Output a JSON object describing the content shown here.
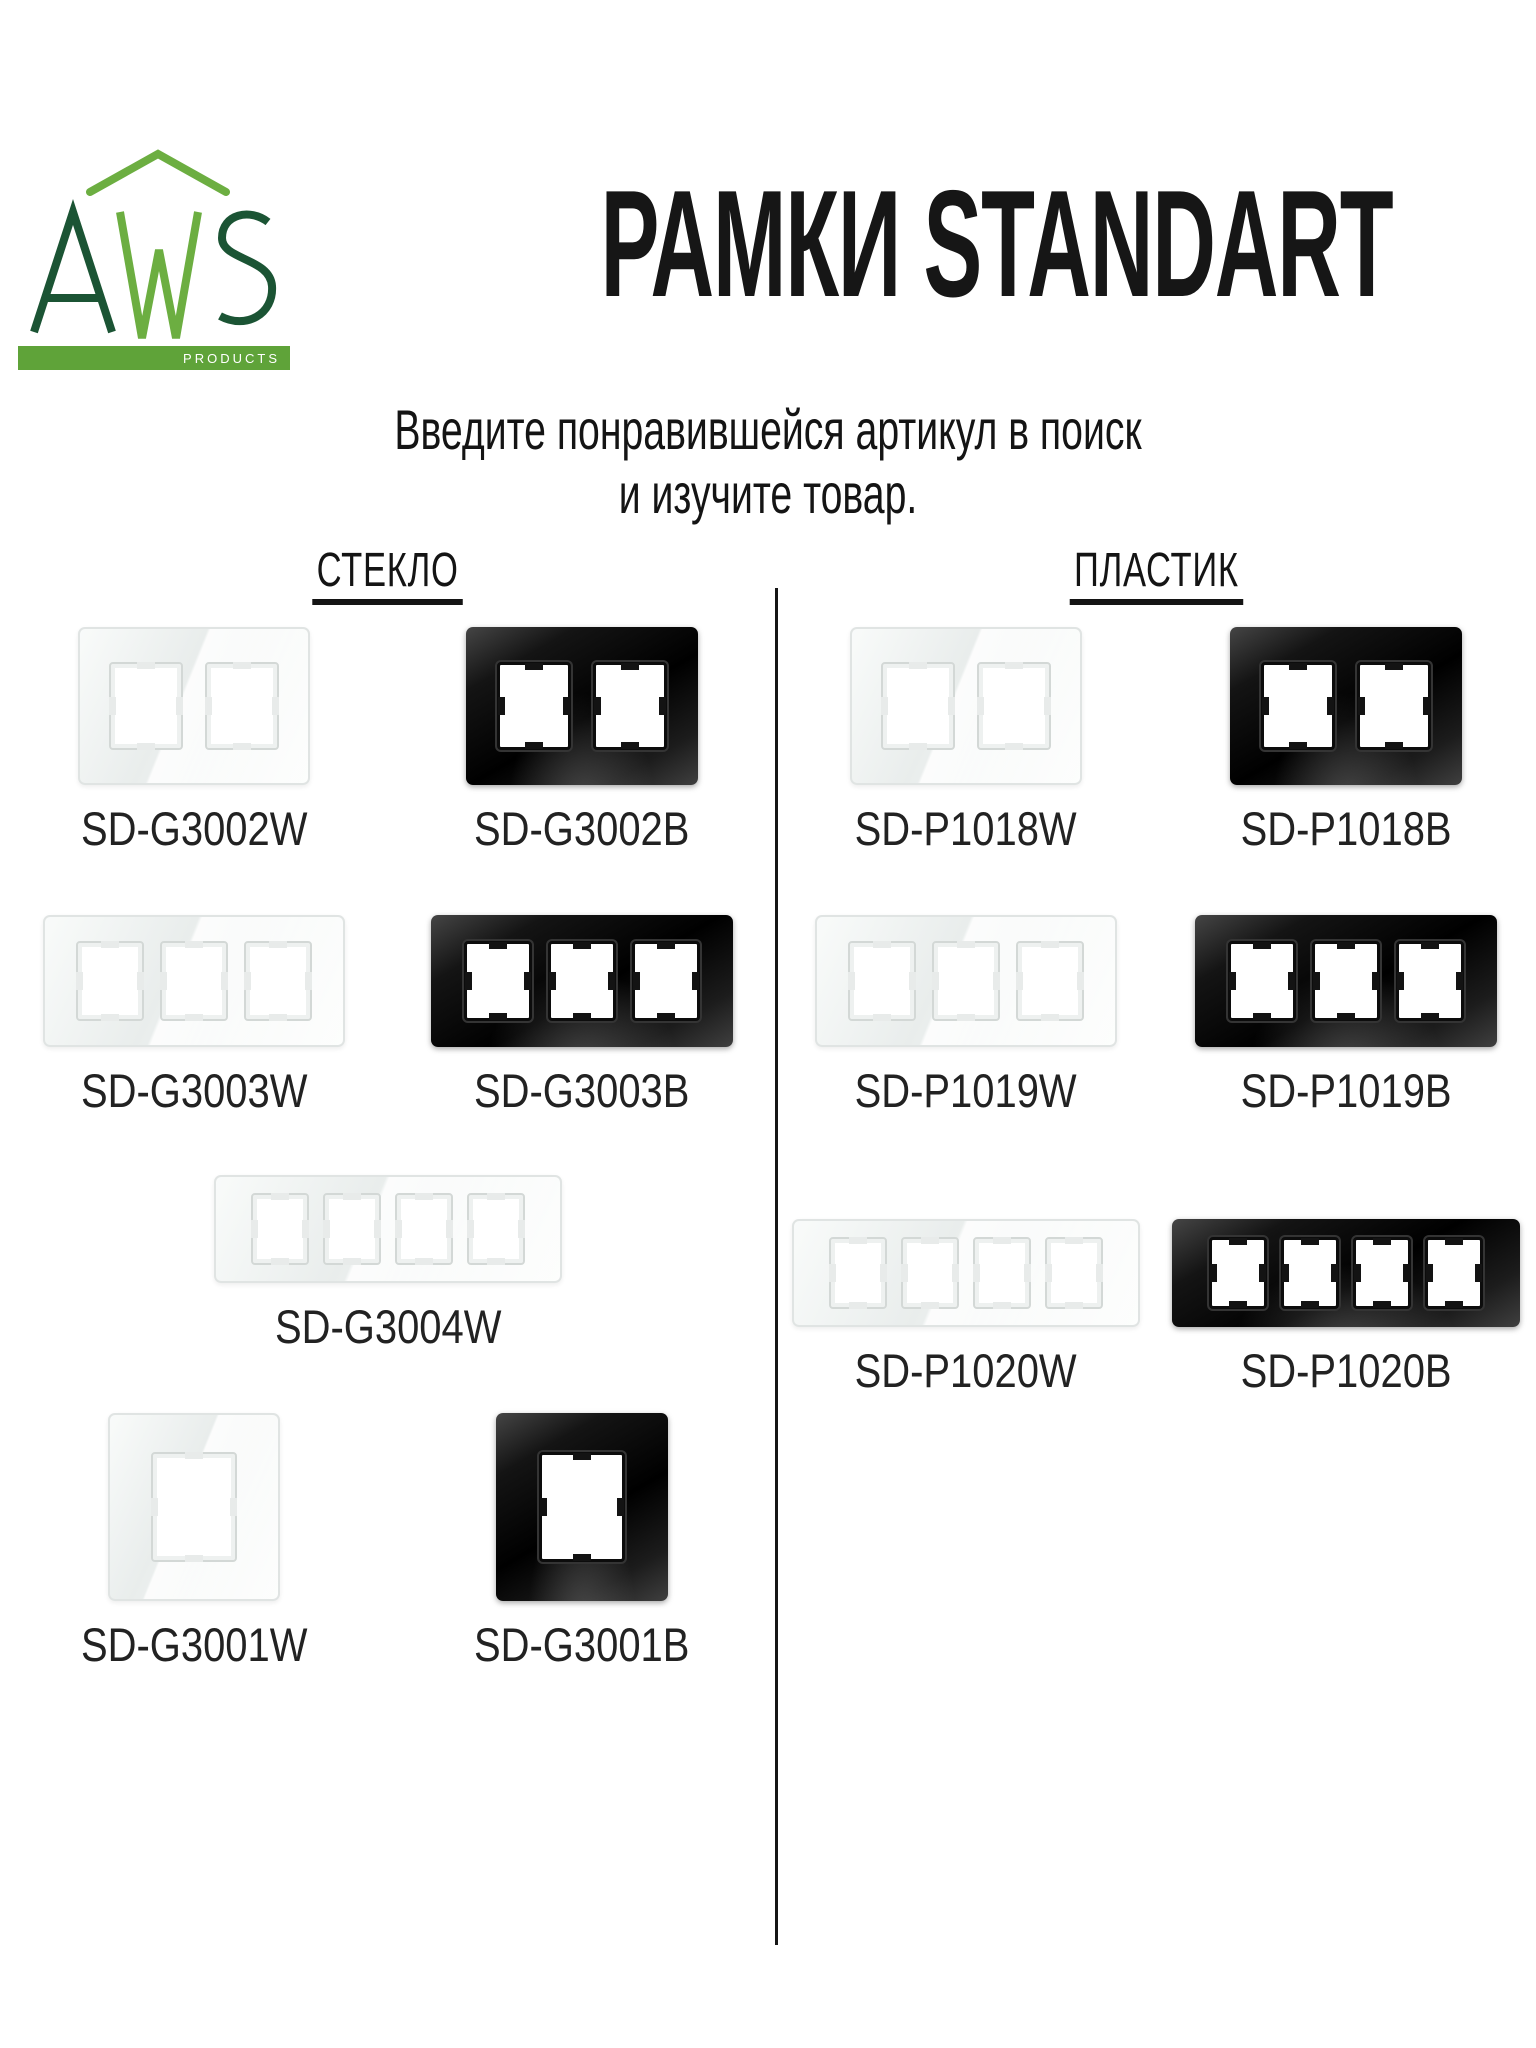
{
  "logo": {
    "text": "AWS",
    "tagline": "PRODUCTS",
    "colors": {
      "dark_green": "#1b5434",
      "light_green": "#6cae41",
      "bar_green": "#5fa339"
    }
  },
  "header": {
    "title": "РАМКИ STANDART",
    "subtitle_line1": "Введите понравившейся артикул в поиск",
    "subtitle_line2": "и изучите товар."
  },
  "columns": [
    {
      "id": "glass",
      "label": "СТЕКЛО",
      "material": "glass",
      "rows": [
        [
          {
            "sku": "SD-G3002W",
            "color": "white",
            "gangs": 2
          },
          {
            "sku": "SD-G3002B",
            "color": "black",
            "gangs": 2
          }
        ],
        [
          {
            "sku": "SD-G3003W",
            "color": "white",
            "gangs": 3
          },
          {
            "sku": "SD-G3003B",
            "color": "black",
            "gangs": 3
          }
        ],
        [
          {
            "sku": "SD-G3004W",
            "color": "white",
            "gangs": 4
          }
        ],
        [
          {
            "sku": "SD-G3001W",
            "color": "white",
            "gangs": 1
          },
          {
            "sku": "SD-G3001B",
            "color": "black",
            "gangs": 1
          }
        ]
      ]
    },
    {
      "id": "plastic",
      "label": "ПЛАСТИК",
      "material": "plastic",
      "rows": [
        [
          {
            "sku": "SD-P1018W",
            "color": "white",
            "gangs": 2
          },
          {
            "sku": "SD-P1018B",
            "color": "black",
            "gangs": 2
          }
        ],
        [
          {
            "sku": "SD-P1019W",
            "color": "white",
            "gangs": 3
          },
          {
            "sku": "SD-P1019B",
            "color": "black",
            "gangs": 3
          }
        ],
        [
          {
            "sku": "SD-P1020W",
            "color": "white",
            "gangs": 4
          },
          {
            "sku": "SD-P1020B",
            "color": "black",
            "gangs": 4
          }
        ]
      ]
    }
  ]
}
